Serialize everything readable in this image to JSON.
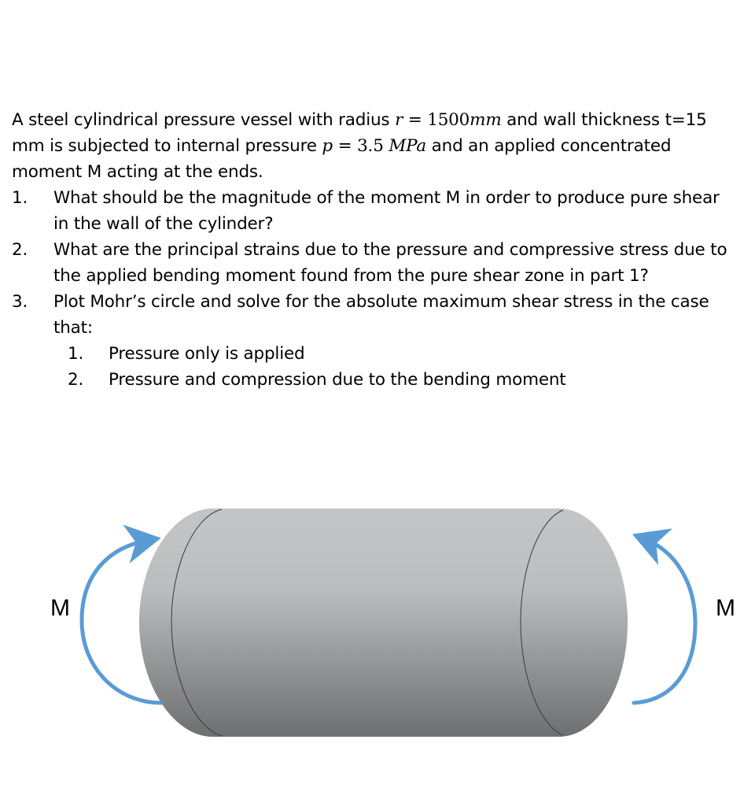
{
  "problem": {
    "intro_part1": "A steel cylindrical pressure vessel with radius ",
    "radius_var": "r",
    "radius_eq": " = 1500",
    "radius_unit": "mm",
    "intro_part2": " and wall thickness t=15 mm is subjected to internal pressure ",
    "pressure_var": "p",
    "pressure_eq": " = 3.5 ",
    "pressure_unit": "MPa",
    "intro_part3": " and an applied concentrated moment M acting at the ends.",
    "questions": [
      {
        "num": "1.",
        "text": "What should be the magnitude of the moment M in order to produce pure shear in the wall of the cylinder?"
      },
      {
        "num": "2.",
        "text": "What are the principal strains due to the pressure and compressive stress due to the applied bending moment found from the pure shear zone in part 1?"
      },
      {
        "num": "3.",
        "text": "Plot Mohr’s circle and solve for the absolute maximum shear stress in the case that:"
      }
    ],
    "subitems": [
      {
        "num": "1.",
        "text": "Pressure only is applied"
      },
      {
        "num": "2.",
        "text": "Pressure and compression due to the bending moment"
      }
    ]
  },
  "figure": {
    "left_moment_label": "M",
    "right_moment_label": "M",
    "arrow_color": "#5b9bd5",
    "cylinder_light": "#c4c5c7",
    "cylinder_dark": "#6e6f71"
  }
}
